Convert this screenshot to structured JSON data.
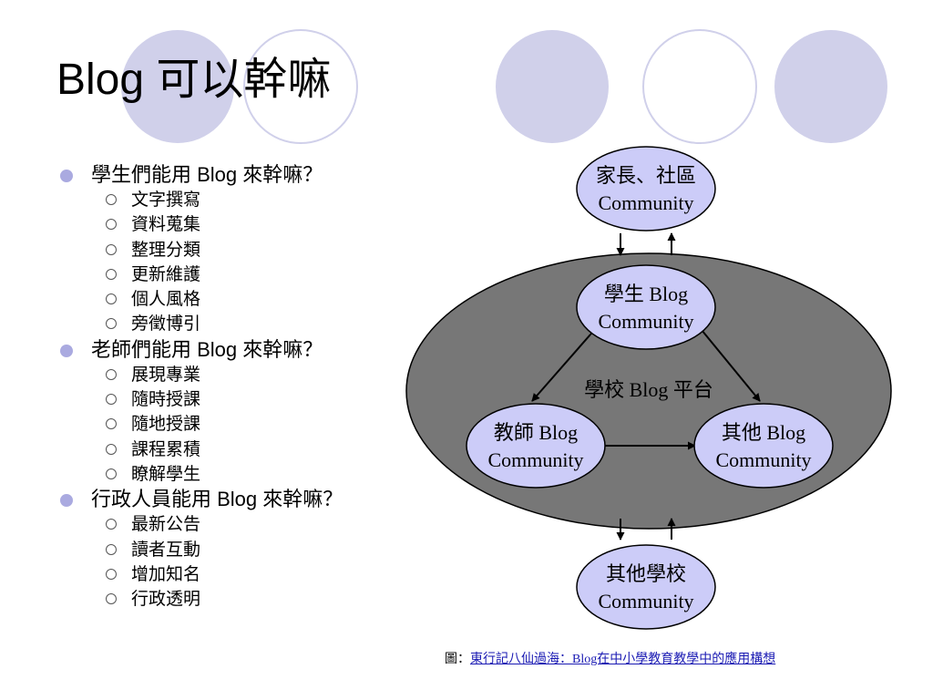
{
  "title": "Blog 可以幹嘛",
  "sections": [
    {
      "heading": "學生們能用 Blog 來幹嘛？",
      "items": [
        "文字撰寫",
        "資料蒐集",
        "整理分類",
        "更新維護",
        "個人風格",
        "旁徵博引"
      ]
    },
    {
      "heading": "老師們能用 Blog 來幹嘛？",
      "items": [
        "展現專業",
        "隨時授課",
        "隨地授課",
        "課程累積",
        "瞭解學生"
      ]
    },
    {
      "heading": "行政人員能用 Blog 來幹嘛？",
      "items": [
        "最新公告",
        "讀者互動",
        "增加知名",
        "行政透明"
      ]
    }
  ],
  "diagram": {
    "platform_label": "學校 Blog 平台",
    "nodes": {
      "parents": {
        "line1": "家長、社區",
        "line2": "Community"
      },
      "student": {
        "line1": "學生 Blog",
        "line2": "Community"
      },
      "teacher": {
        "line1": "教師 Blog",
        "line2": "Community"
      },
      "other": {
        "line1": "其他 Blog",
        "line2": "Community"
      },
      "other_school": {
        "line1": "其他學校",
        "line2": "Community"
      }
    }
  },
  "caption": {
    "prefix": "圖：",
    "link": "東行記八仙過海：Blog在中小學教育教學中的應用構想"
  },
  "colors": {
    "bullet": "#aaaae0",
    "deco_circle": "#d0d0ea",
    "node_fill": "#ccccf8",
    "platform_fill": "#777777"
  }
}
